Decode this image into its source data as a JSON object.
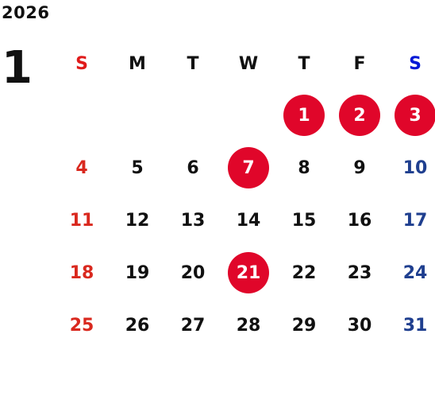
{
  "year": "2026",
  "month": "1",
  "weekdays": [
    "S",
    "M",
    "T",
    "W",
    "T",
    "F",
    "S"
  ],
  "weeks": [
    [
      "",
      "",
      "",
      "",
      "1",
      "2",
      "3"
    ],
    [
      "4",
      "5",
      "6",
      "7",
      "8",
      "9",
      "10"
    ],
    [
      "11",
      "12",
      "13",
      "14",
      "15",
      "16",
      "17"
    ],
    [
      "18",
      "19",
      "20",
      "21",
      "22",
      "23",
      "24"
    ],
    [
      "25",
      "26",
      "27",
      "28",
      "29",
      "30",
      "31"
    ]
  ],
  "holidays": [
    "1",
    "2",
    "3",
    "7",
    "21"
  ],
  "colors": {
    "sunday": "#d9281e",
    "saturday": "#1f3f8f",
    "holiday_bg": "#e0062a",
    "text": "#111111"
  }
}
